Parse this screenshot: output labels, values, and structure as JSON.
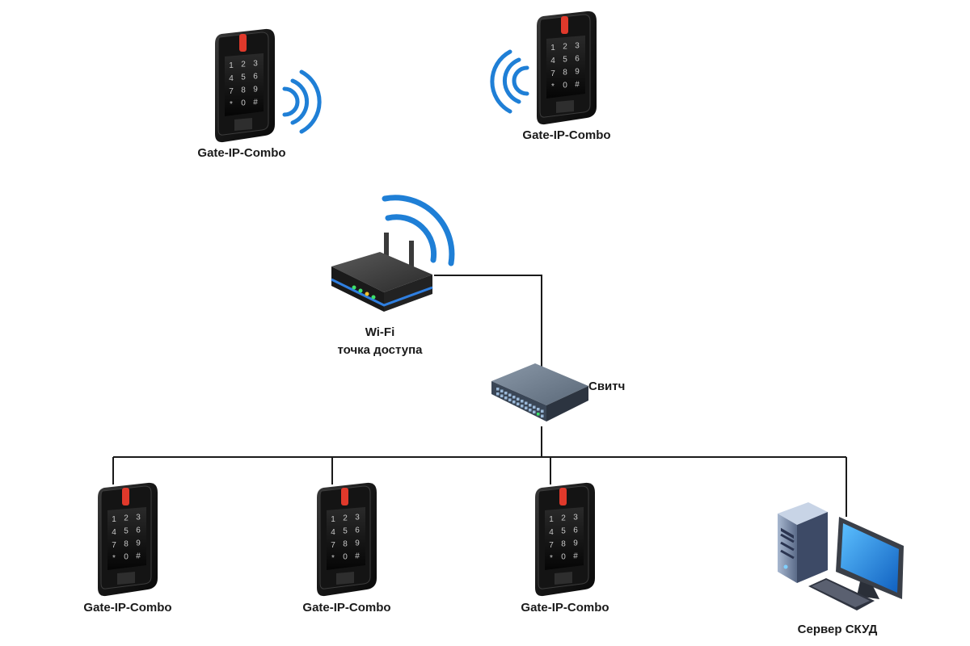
{
  "diagram": {
    "wireless_readers": [
      {
        "label": "Gate-IP-Combo"
      },
      {
        "label": "Gate-IP-Combo"
      }
    ],
    "access_point": {
      "label_line1": "Wi-Fi",
      "label_line2": "точка доступа"
    },
    "switch": {
      "label": "Свитч"
    },
    "wired_readers": [
      {
        "label": "Gate-IP-Combo"
      },
      {
        "label": "Gate-IP-Combo"
      },
      {
        "label": "Gate-IP-Combo"
      }
    ],
    "server": {
      "label": "Сервер СКУД"
    },
    "keypad_keys": [
      "1",
      "2",
      "3",
      "4",
      "5",
      "6",
      "7",
      "8",
      "9",
      "*",
      "0",
      "#"
    ],
    "colors": {
      "wifi_wave": "#1f7fd6",
      "reader_body": "#1c1c1c",
      "reader_led": "#e0392b",
      "cable": "#1a1a1a",
      "switch_body": "#4a5868",
      "router_body": "#2b2b2b",
      "monitor_screen": "#1f8fe0"
    }
  }
}
